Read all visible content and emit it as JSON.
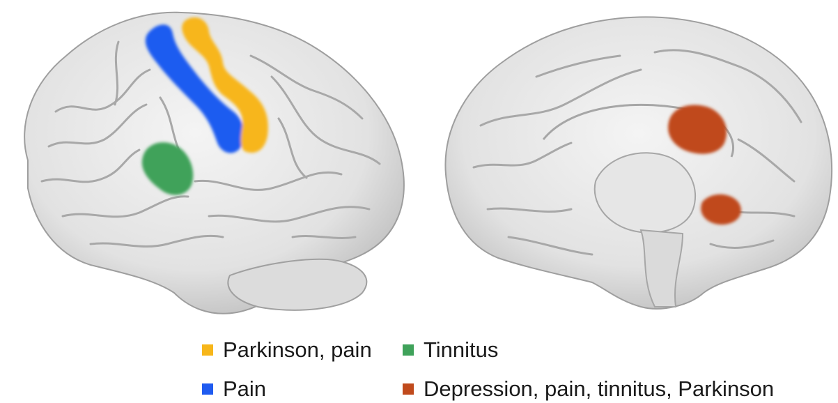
{
  "legend": [
    {
      "id": "parkinson-pain",
      "label": "Parkinson, pain",
      "color": "#F7B61A"
    },
    {
      "id": "tinnitus",
      "label": "Tinnitus",
      "color": "#3FA25A"
    },
    {
      "id": "pain",
      "label": "Pain",
      "color": "#1F5BF0"
    },
    {
      "id": "depression",
      "label": "Depression, pain, tinnitus, Parkinson",
      "color": "#C04A1C"
    }
  ],
  "colors": {
    "brain_fill": "#ECECEC",
    "brain_shadow": "#BDBDBD",
    "gyrus_line": "#A8A8A8"
  }
}
